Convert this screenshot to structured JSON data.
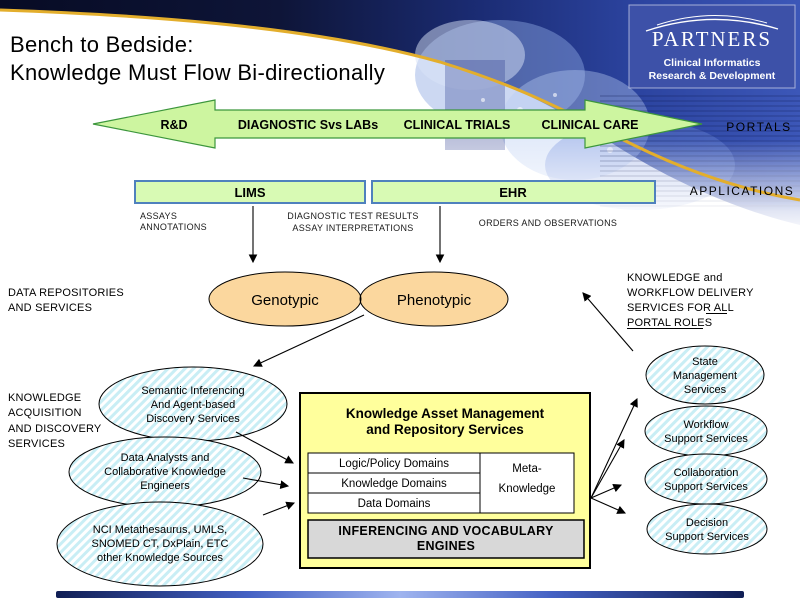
{
  "slide": {
    "title": [
      "Bench to Bedside:",
      "Knowledge Must Flow Bi-directionally"
    ]
  },
  "logo": {
    "brand": "PARTNERS",
    "dept_line1": "Clinical Informatics",
    "dept_line2": "Research & Development"
  },
  "flow_arrow": {
    "labels": [
      "R&D",
      "DIAGNOSTIC Svs LABs",
      "CLINICAL TRIALS",
      "CLINICAL CARE"
    ]
  },
  "side_labels": {
    "portals": "PORTALS",
    "applications": "APPLICATIONS"
  },
  "application_boxes": {
    "lims": "LIMS",
    "ehr": "EHR"
  },
  "flow_annotations": {
    "assays": [
      "ASSAYS",
      "ANNOTATIONS"
    ],
    "diagnostics": [
      "DIAGNOSTIC TEST RESULTS",
      "ASSAY INTERPRETATIONS"
    ],
    "orders": "ORDERS AND OBSERVATIONS"
  },
  "repositories": {
    "left": "Genotypic",
    "right": "Phenotypic"
  },
  "section_labels": {
    "data_repositories": [
      "DATA REPOSITORIES",
      "AND SERVICES"
    ],
    "knowledge_acquisition": [
      "KNOWLEDGE",
      "ACQUISITION",
      "AND DISCOVERY",
      "SERVICES"
    ],
    "knowledge_delivery": [
      "KNOWLEDGE and",
      "WORKFLOW DELIVERY",
      "SERVICES FOR ALL",
      "PORTAL ROLES"
    ]
  },
  "acquisition_services": [
    {
      "lines": [
        "Semantic Inferencing",
        "And Agent-based",
        "Discovery Services"
      ]
    },
    {
      "lines": [
        "Data Analysts and",
        "Collaborative Knowledge",
        "Engineers"
      ]
    },
    {
      "lines": [
        "NCI Metathesaurus, UMLS,",
        "SNOMED CT, DxPlain, ETC",
        "other Knowledge Sources"
      ]
    }
  ],
  "kam": {
    "title": [
      "Knowledge Asset Management",
      "and Repository Services"
    ],
    "domains": [
      "Logic/Policy Domains",
      "Knowledge Domains",
      "Data Domains"
    ],
    "meta": [
      "Meta-",
      "Knowledge"
    ],
    "engines": [
      "INFERENCING AND VOCABULARY",
      "ENGINES"
    ]
  },
  "delivery_services": [
    {
      "lines": [
        "State",
        "Management",
        "Services"
      ]
    },
    {
      "lines": [
        "Workflow",
        "Support Services"
      ]
    },
    {
      "lines": [
        "Collaboration",
        "Support Services"
      ]
    },
    {
      "lines": [
        "Decision",
        "Support Services"
      ]
    }
  ],
  "colors": {
    "title_text": "#232F80",
    "swoosh_gold": "#E3AE2C",
    "arrow_fill": "#CDF5A0",
    "arrow_border": "#3C963C",
    "app_box_fill": "#D8FAB4",
    "app_box_border": "#4F81BD",
    "repository_fill": "#FBD79E",
    "kam_fill": "#FFFF9C",
    "engines_fill": "#D8D8D8",
    "service_stripe": "#C9EEF5",
    "logo_panel": "#3D51A8"
  }
}
